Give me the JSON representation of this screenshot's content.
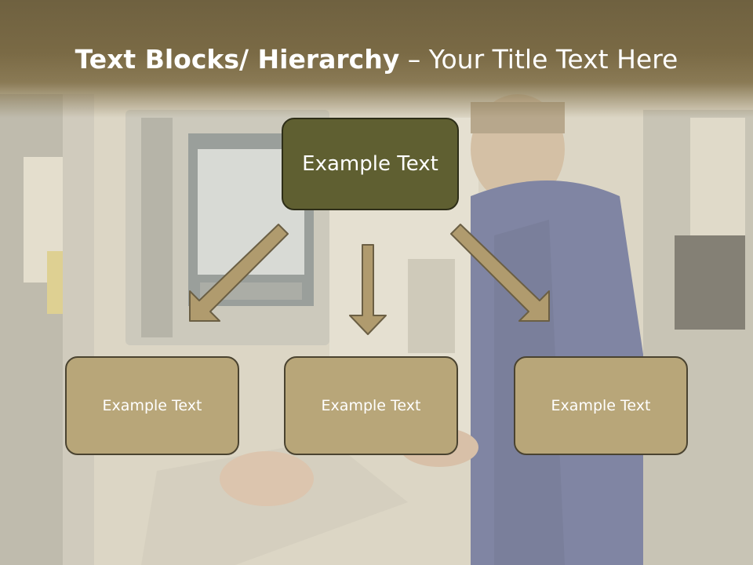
{
  "slide": {
    "title_bold": "Text Blocks/ Hierarchy",
    "title_rest": " – Your Title Text Here",
    "top_box": {
      "label": "Example Text"
    },
    "children": [
      {
        "label": "Example Text"
      },
      {
        "label": "Example Text"
      },
      {
        "label": "Example Text"
      }
    ]
  },
  "colors": {
    "title_band": "#7a6a45",
    "top_box_fill": "#5f5f31",
    "child_box_fill": "#b8a679",
    "arrow_fill": "#b09b6e",
    "arrow_stroke": "#6b5f44"
  }
}
